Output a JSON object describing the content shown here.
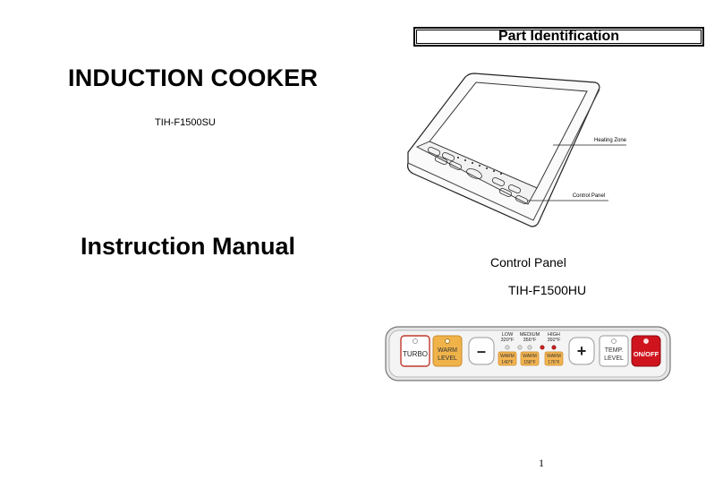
{
  "left_page": {
    "title": "INDUCTION COOKER",
    "model": "TIH-F1500SU",
    "manual_title": "Instruction Manual"
  },
  "right_page": {
    "header": "Part Identification",
    "diagram_labels": {
      "heating_zone": "Heating Zone",
      "control_panel": "Control Panel"
    },
    "control_panel_caption": "Control Panel",
    "control_panel_model": "TIH-F1500HU",
    "page_number": "1"
  },
  "control_panel": {
    "turbo": "TURBO",
    "warm_level": [
      "WARM",
      "LEVEL"
    ],
    "minus": "–",
    "plus": "+",
    "temp_level": [
      "TEMP.",
      "LEVEL"
    ],
    "on_off": "ON/OFF",
    "temp_presets": [
      {
        "name": "LOW",
        "temp": "320°F"
      },
      {
        "name": "MEDIUM",
        "temp": "356°F"
      },
      {
        "name": "HIGH",
        "temp": "392°F"
      }
    ],
    "warm_presets": [
      {
        "name": "WARM",
        "temp": "140°F"
      },
      {
        "name": "WARM",
        "temp": "158°F"
      },
      {
        "name": "WARM",
        "temp": "176°F"
      }
    ],
    "colors": {
      "turbo_border": "#c0392b",
      "warm_button": "#f0b34a",
      "on_off": "#d0141e",
      "warm_preset": "#f3b451"
    }
  }
}
